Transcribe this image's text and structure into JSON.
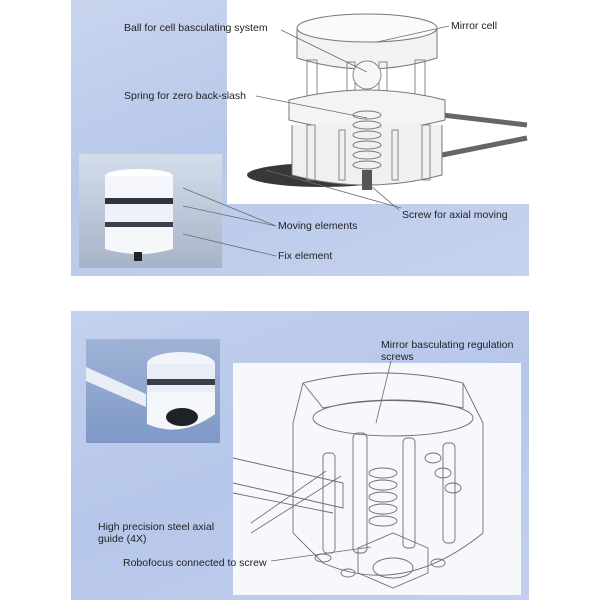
{
  "top_panel": {
    "labels": {
      "ball": "Ball for cell basculating system",
      "mirror_cell": "Mirror cell",
      "spring": "Spring for zero back-slash",
      "moving_elements": "Moving elements",
      "screw_axial": "Screw for axial moving",
      "fix_element": "Fix element"
    }
  },
  "bottom_panel": {
    "labels": {
      "mirror_regulation": "Mirror basculating regulation screws",
      "steel_guide": "High precision steel axial guide (4X)",
      "robofocus": "Robofocus connected to screw"
    }
  },
  "colors": {
    "panel_bg": "#c3d0ee",
    "render_bg": "#ffffff",
    "wire": "#6e6e6e"
  }
}
